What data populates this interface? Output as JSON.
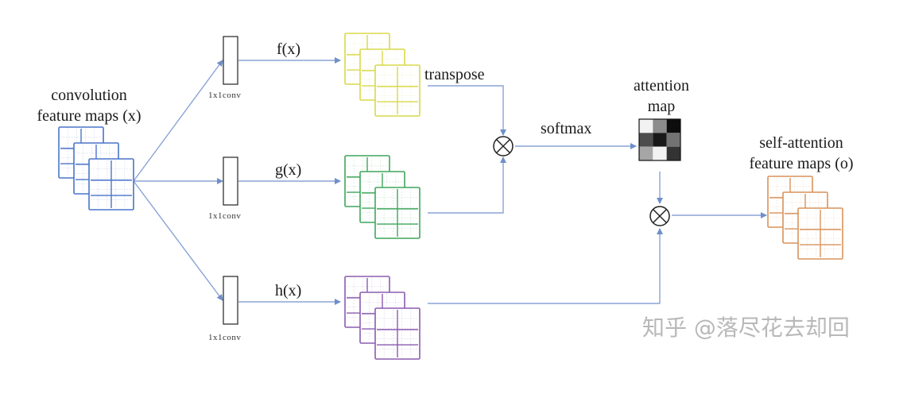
{
  "labels": {
    "input": [
      "convolution",
      "feature maps (x)"
    ],
    "f": "f(x)",
    "g": "g(x)",
    "h": "h(x)",
    "transpose": "transpose",
    "softmax": "softmax",
    "attention": [
      "attention",
      "map"
    ],
    "output": [
      "self-attention",
      "feature maps (o)"
    ],
    "conv": "1x1conv"
  },
  "watermark": "知乎 @落尽花去却回",
  "colors": {
    "input": "#4a74c9",
    "f": "#d9d94a",
    "g": "#3fa65c",
    "h": "#8a5bb0",
    "output": "#d9925a",
    "arrow": "#6f8fc9"
  },
  "attention_map": {
    "rows": 3,
    "cols": 3,
    "values": [
      [
        0.05,
        0.45,
        0.95
      ],
      [
        0.7,
        0.9,
        0.55
      ],
      [
        0.35,
        0.05,
        0.8
      ]
    ]
  },
  "icons": {
    "multiply": "circle-times-icon"
  }
}
